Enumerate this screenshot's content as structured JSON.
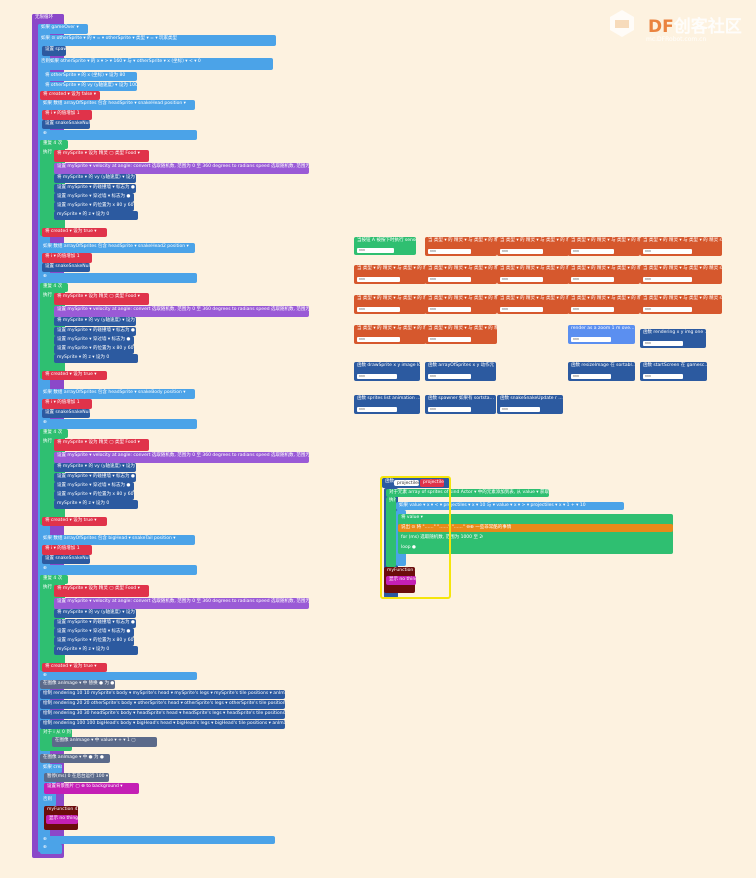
{
  "watermark": {
    "brand_accent": "DF",
    "brand_rest": "创客社区",
    "url": "mc.DFRobot.com.cn"
  },
  "colors": {
    "background": "#fdf2e0",
    "loops": "#8b48c9",
    "logic": "#4ba3e8",
    "sprites": "#2c5aa0",
    "variables": "#e0334a",
    "math": "#9a5ad6",
    "arrays": "#d6582d",
    "events": "#2fbf71",
    "highlight": "#f5e50b"
  },
  "main_script": {
    "header": "无限循环",
    "if_game_over": "如果 gameOver ▾",
    "if_overlap": "如果 ⊙ otherSprite ▾ 的 ▾ = ▾ otherSprite ▾ 类型 ▾ = ▾ 玩家类型",
    "set_spawned": "设置 spawned",
    "else_if": "否则如果 otherSprite ▾ 的 x ▾ > ▾ 160 ▾ 与 ▾ otherSprite ▾ x (坐标) ▾ < ▾ 0",
    "set_x": "将 otherSprite ▾ 的 x (坐标) ▾ 设为 80",
    "set_vy": "将 otherSprite ▾ 的 vy (y轴速度) ▾ 设为 100",
    "set_created": "将 created ▾ 设为 false ▾",
    "if_array": "如果 数组 arrayOfSprites 包含 headSprite ▾ snakeHead position ▾",
    "change_index": "将 i ▾ 的值增加 1",
    "set_count": "设置 snakeSnakeNum 0",
    "repeat": "重复 4 次",
    "do": "执行",
    "set_sprite": "将 mySprite ▾ 设为 精灵 ▢ 类型 Food ▾",
    "set_velocity": "设置 mySprite ▾ velocity at angle: convert 选取随机数, 范围为 0 至 360 degrees to radians speed 选取随机数, 范围为 100 至 120",
    "set_vx": "将 mySprite ▾ 的 vy (y轴速度) ▾ 设为 100",
    "set_flag1": "设置 mySprite ▾ 的碰撞墙 ▾ 标志为 ●",
    "set_flag2": "设置 mySprite ▾ 穿过墙 ▾ 标志为 ●",
    "set_pos": "设置 mySprite ▾ 的位置为 x 80 y 60",
    "set_z": "mySprite ▾ 的 z ▾ 设为 0",
    "set_created_true": "将 created ▾ 设为 true ▾",
    "if_array2": "如果 数组 arrayOfSprites 包含 headSprite ▾ snakeHead2 position ▾",
    "if_array3": "如果 数组 arrayOfSprites 包含 headSprite ▾ snakeBody position ▾",
    "if_array4": "如果 数组 arrayOfSprites 包含 bigHead ▾ snakeTail position ▾",
    "end_bar": "⊕",
    "image_replace": "在图像 anImage ▾ 中 替换 ● 为 ●",
    "draw1": "绘制 rendering 10 10 mySprite's body ▾ mySprite's head ▾ mySprite's legs ▾ mySprite's tile positions ▾ anImage ▾",
    "draw2": "绘制 rendering 20 20 otherSprite's body ▾ otherSprite's head ▾ otherSprite's legs ▾ otherSprite's tile positions ▾ anImage ▾",
    "draw3": "绘制 rendering 30 30 headSprite's body ▾ headSprite's head ▾ headSprite's legs ▾ headSprite's tile positions ▾ anImage ▾",
    "draw4": "绘制 rendering 100 100 bigHead's body ▾ bigHead's head ▾ bigHead's legs ▾ bigHead's tile positions ▾ anImage ▾",
    "for_each": "对于 i 从 0 到 value ▾",
    "image_set": "在图像 anImage ▾ 中 value ▾ + ▾ 1 ▢",
    "image_fill": "在图像 anImage ▾ 中 ● 为 ●",
    "if_created": "如果 created ▾",
    "pause": "暂停(ms) 0 在后台运行 100 ▾ 毫秒",
    "set_bg": "设置背景图片 ▢ ⊕ to background ▾",
    "else": "否则",
    "function_call": "myFunction 45",
    "show": "显示 no thing ▾"
  },
  "free_blocks": {
    "event": "当按钮 A 被按下时执行 sensor",
    "overlap": "当 类型 ▾ 的 精灵 ▾ 与 类型 ▾ 的 精灵 sp…",
    "lightblue": "render as a zoom 1 m ove…",
    "fn_rendering": "函数 rendering x y img one …",
    "fn_drawsprite": "函数 drawSprite x y image lo…",
    "fn_arraysprites": "函数 arrayOfSprites x y 动作元 …",
    "fn_resizeimage": "函数 resizeImage 在 sortabl…",
    "fn_startscreen": "函数 startScreen 在 gamesc…",
    "fn_spriteslist": "函数 sprites list animation …",
    "fn_spawner": "函数 spawner 如果有 sortsta…",
    "fn_snakeupdate": "函数 snakeSnakeUpdate r …",
    "collapsed": "⁎⁎⁎"
  },
  "focused_script": {
    "header": "函数",
    "name_field": "projectileArr",
    "param": "projectiles",
    "for_each": "对于元素 array of sprites of kind Actor ▾ 中的元素添加到表, 从 value ▾ 获取的值执行循环",
    "do": "执行",
    "if_cond": "如果 value ▾ x ▾ < ▾ projectiles ▾ x ▾ 10 与 ▾ value ▾ x ▾ > ▾ projectiles ▾ x ▾ 1 + ▾ 10",
    "set_value": "将 value ▾",
    "speak": "说出 ⊙ 将 \"……\" \"……\" \"……\" ⊖⊕ 一些非常酷的事情",
    "for_ms": "for (ms) 选取随机数, 范围为 1000 至 2000",
    "loop": "loop ●",
    "return_label": "myFunction 45",
    "show": "显示 no thing ▾"
  }
}
